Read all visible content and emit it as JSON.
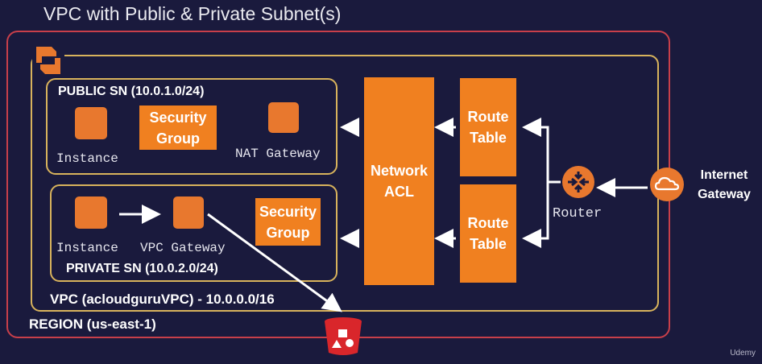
{
  "title": "VPC with Public & Private Subnet(s)",
  "region_label": "REGION (us-east-1)",
  "vpc_label": "VPC (acloudguruVPC) - 10.0.0.0/16",
  "public_subnet": {
    "label": "PUBLIC SN (10.0.1.0/24)",
    "instance_label": "Instance",
    "security_group": [
      "Security",
      "Group"
    ],
    "nat_label": "NAT Gateway"
  },
  "private_subnet": {
    "label": "PRIVATE SN (10.0.2.0/24)",
    "instance_label": "Instance",
    "vpc_gateway_label": "VPC Gateway",
    "security_group": [
      "Security",
      "Group"
    ]
  },
  "network_acl": [
    "Network",
    "ACL"
  ],
  "route_table_top": [
    "Route",
    "Table"
  ],
  "route_table_bottom": [
    "Route",
    "Table"
  ],
  "router_label": "Router",
  "internet_gateway": [
    "Internet",
    "Gateway"
  ],
  "watermark": "Udemy",
  "colors": {
    "background": "#1a1a3d",
    "region_border": "#c83f4a",
    "vpc_border": "#d8b35c",
    "accent_orange": "#f08020",
    "bucket_red": "#d9262b"
  }
}
